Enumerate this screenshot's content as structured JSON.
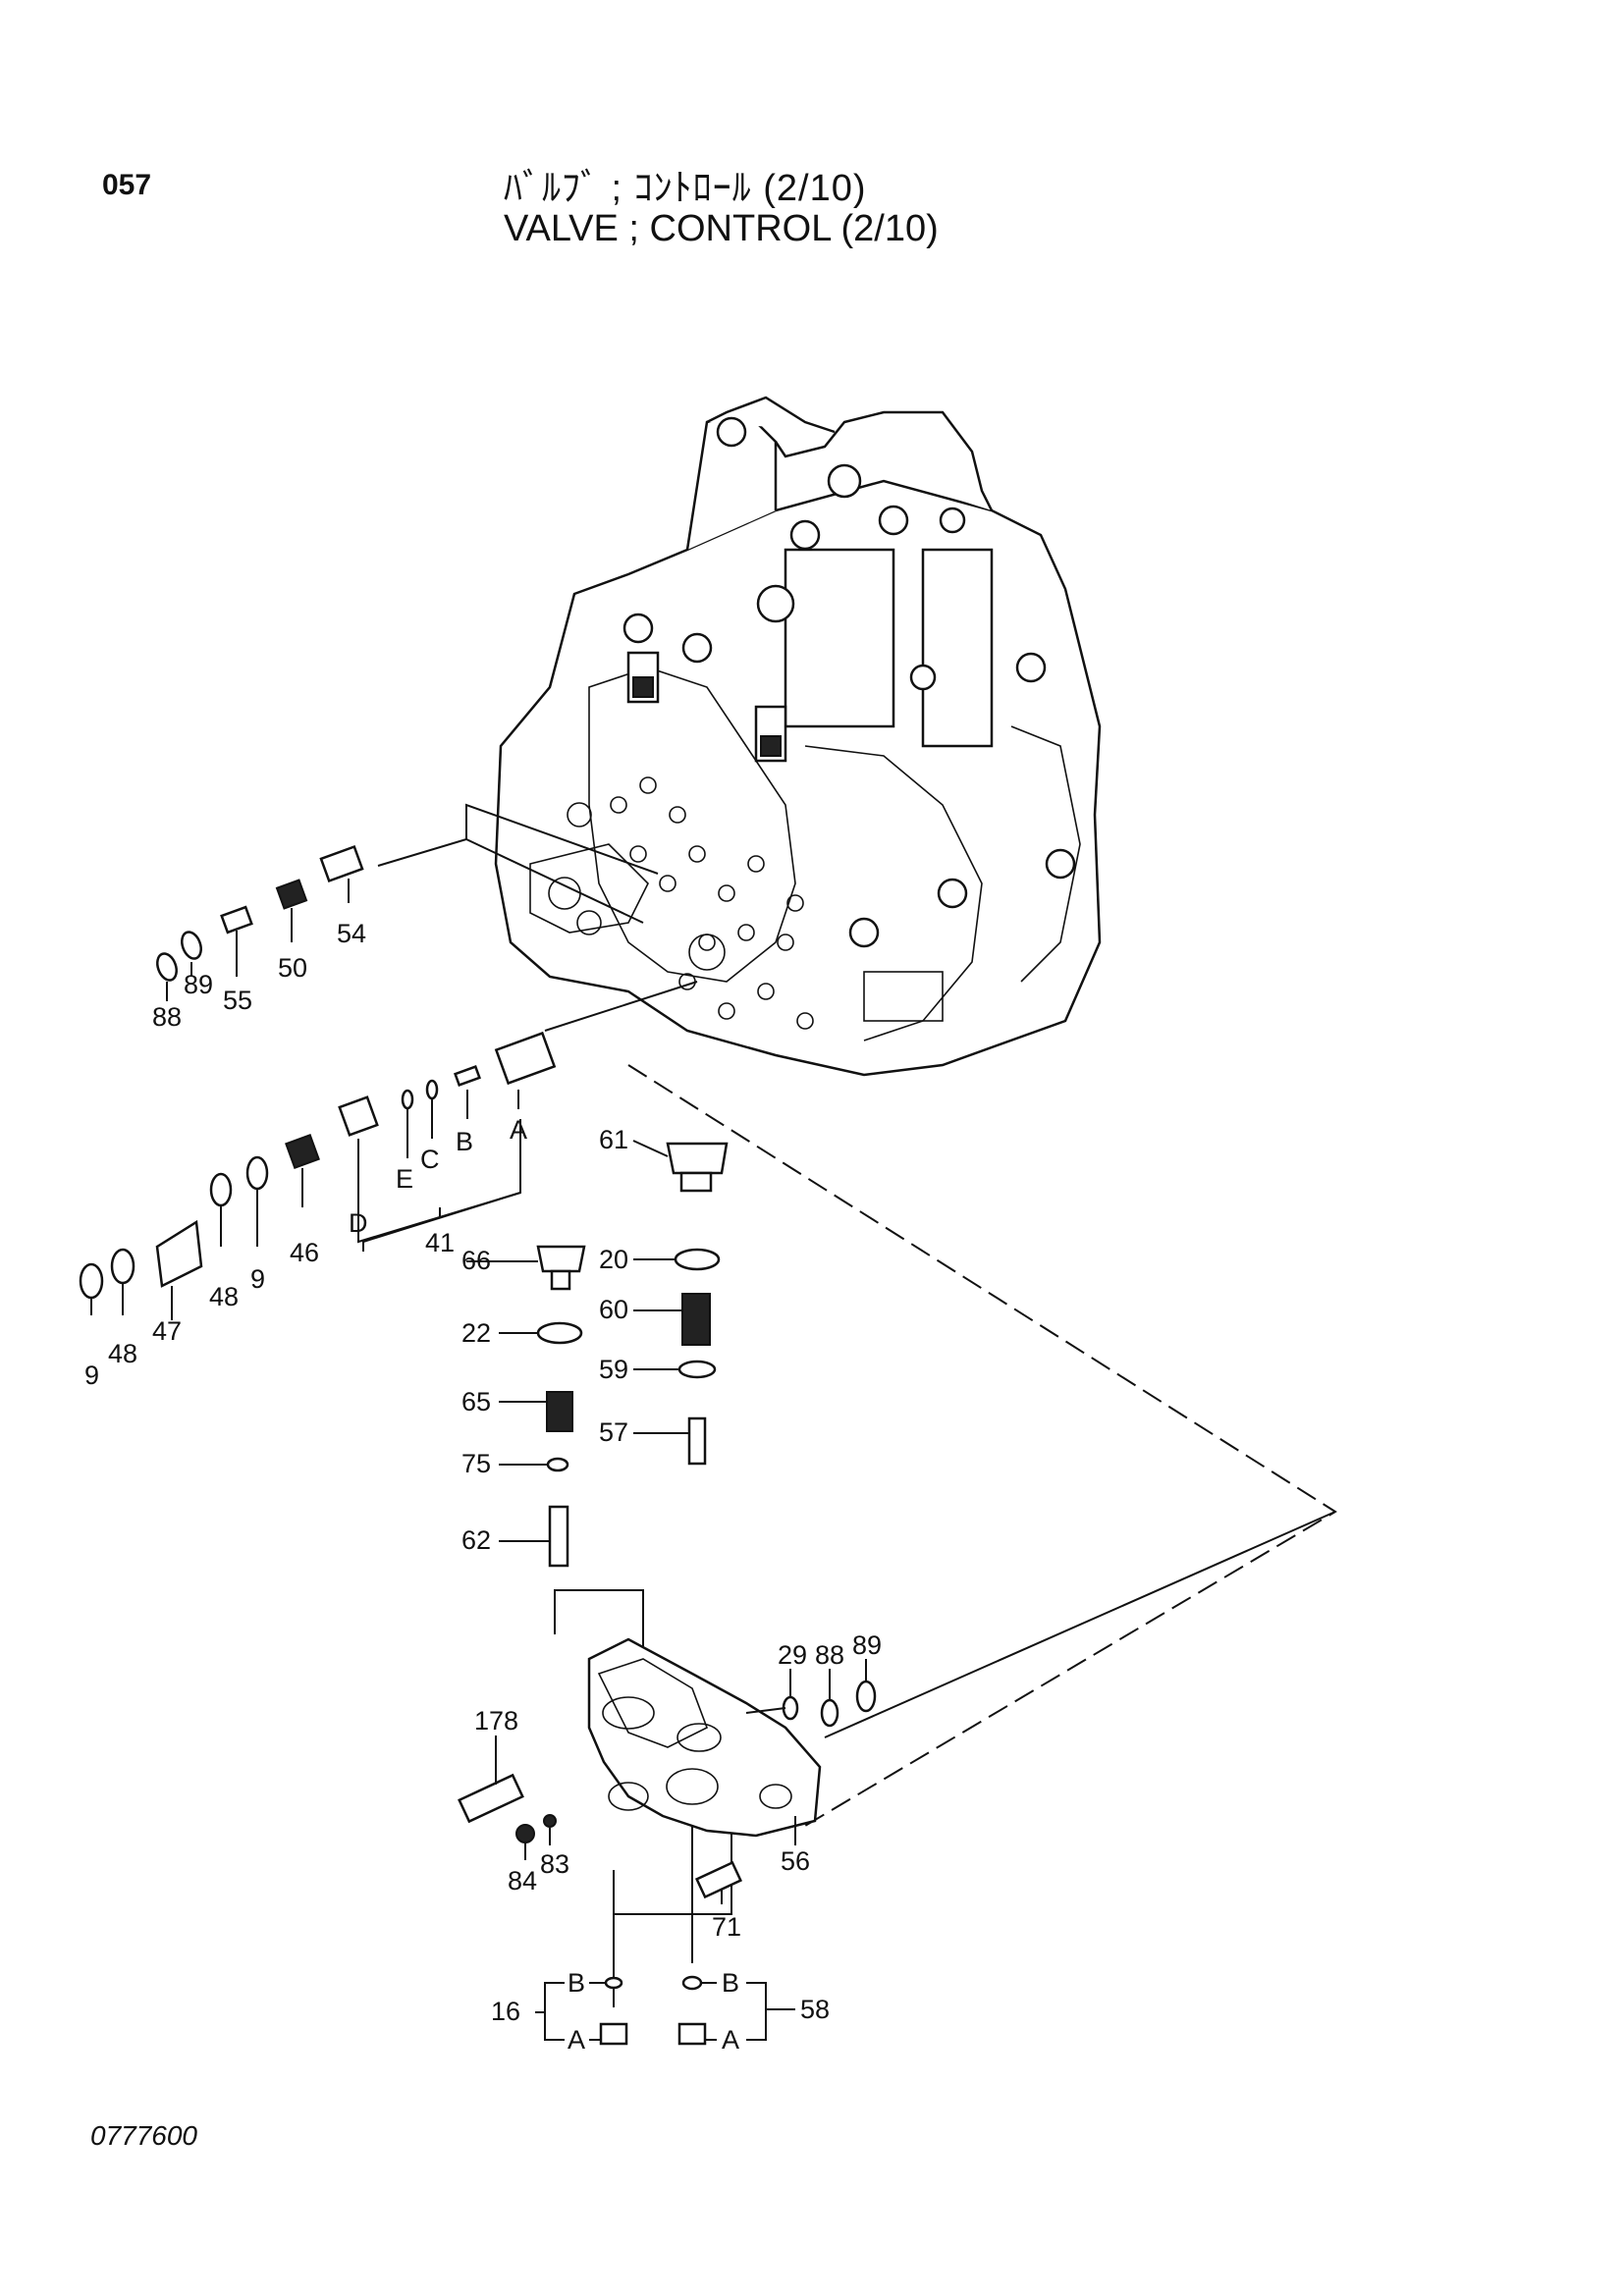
{
  "header": {
    "page_number": "057",
    "title_jp": "ﾊﾞﾙﾌﾞ ; ｺﾝﾄﾛｰﾙ (2/10)",
    "title_en": "VALVE ; CONTROL (2/10)"
  },
  "footer": {
    "drawing_code": "0777600"
  },
  "callouts": {
    "c54": "54",
    "c50": "50",
    "c55": "55",
    "c89a": "89",
    "c88a": "88",
    "cA1": "A",
    "cB1": "B",
    "cC1": "C",
    "cE1": "E",
    "cD1": "D",
    "c41": "41",
    "c46": "46",
    "c9a": "9",
    "c48a": "48",
    "c47": "47",
    "c48b": "48",
    "c9b": "9",
    "c61": "61",
    "c20": "20",
    "c60": "60",
    "c59": "59",
    "c57": "57",
    "c66": "66",
    "c22": "22",
    "c65": "65",
    "c75": "75",
    "c62": "62",
    "c29": "29",
    "c88b": "88",
    "c89b": "89",
    "c178": "178",
    "c84": "84",
    "c83": "83",
    "c71": "71",
    "c56": "56",
    "c16": "16",
    "cB16": "B",
    "cA16": "A",
    "c58": "58",
    "cB58": "B",
    "cA58": "A"
  }
}
